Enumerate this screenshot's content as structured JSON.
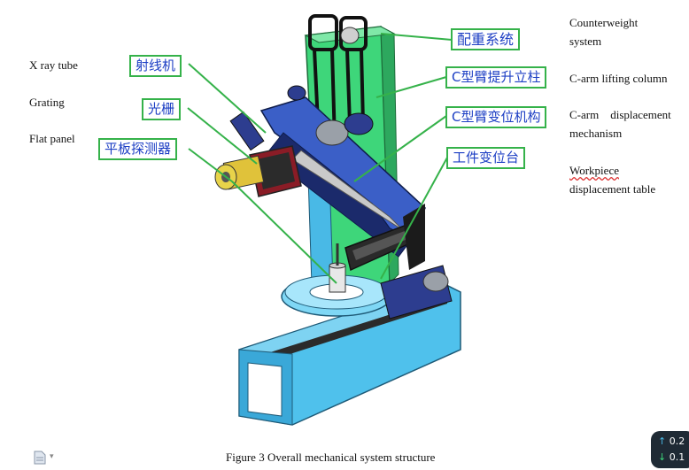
{
  "labels_cn": {
    "counterweight": "配重系统",
    "xray": "射线机",
    "grating": "光栅",
    "flat_panel": "平板探测器",
    "lifting_column": "C型臂提升立柱",
    "displacement": "C型臂变位机构",
    "workpiece": "工件变位台"
  },
  "labels_en": {
    "xray": "X ray tube",
    "grating": "Grating",
    "flat_panel": "Flat panel",
    "counterweight_1": "Counterweight",
    "counterweight_2": "system",
    "lifting_column": "C-arm lifting column",
    "displacement_1": "C-arm    displacement",
    "displacement_2": "mechanism",
    "workpiece_1": "Workpiece",
    "workpiece_2": "displacement table"
  },
  "caption": "Figure 3 Overall mechanical system structure",
  "widget": {
    "up": "0.2",
    "down": "0.1"
  },
  "colors": {
    "label_border": "#35b24a",
    "label_text": "#1d3fc4",
    "column_green": "#3ed67a",
    "base_blue": "#49b9e6"
  }
}
